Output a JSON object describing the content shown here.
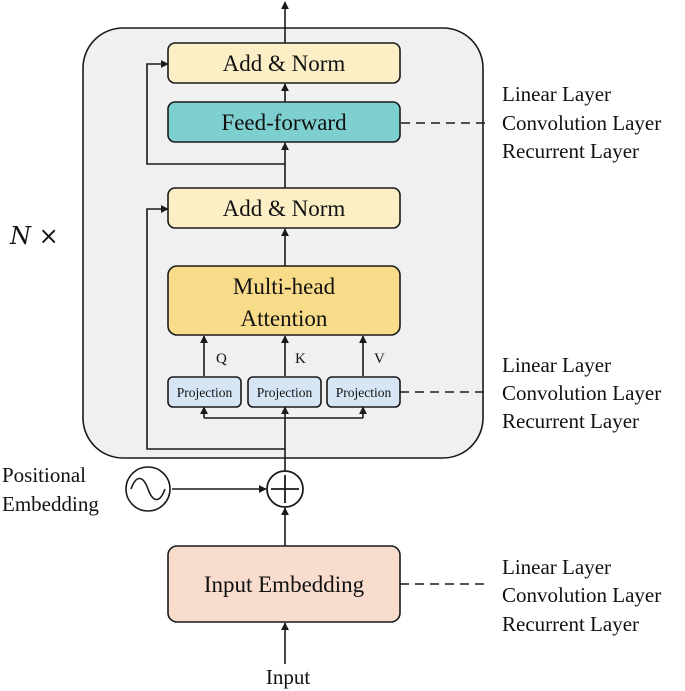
{
  "repeat_label": "N ×",
  "blocks": {
    "add_norm_top": "Add & Norm",
    "feed_forward": "Feed-forward",
    "add_norm_bottom": "Add & Norm",
    "attention_line1": "Multi-head",
    "attention_line2": "Attention",
    "projection_q": "Projection",
    "projection_k": "Projection",
    "projection_v": "Projection",
    "input_embedding": "Input Embedding"
  },
  "qkv": {
    "q": "Q",
    "k": "K",
    "v": "V"
  },
  "positional": {
    "line1": "Positional",
    "line2": "Embedding"
  },
  "input_label": "Input",
  "options": {
    "feed_forward": [
      "Linear Layer",
      "Convolution Layer",
      "Recurrent Layer"
    ],
    "projection": [
      "Linear Layer",
      "Convolution Layer",
      "Recurrent Layer"
    ],
    "embedding": [
      "Linear Layer",
      "Convolution Layer",
      "Recurrent Layer"
    ]
  },
  "colors": {
    "encoder_bg": "#f0f0f0",
    "add_norm": "#fcefc6",
    "feed_forward": "#7ecfcf",
    "attention": "#f9dc8a",
    "projection": "#d6e6f4",
    "input_embedding": "#f8dccd",
    "stroke": "#1a1a1a"
  }
}
